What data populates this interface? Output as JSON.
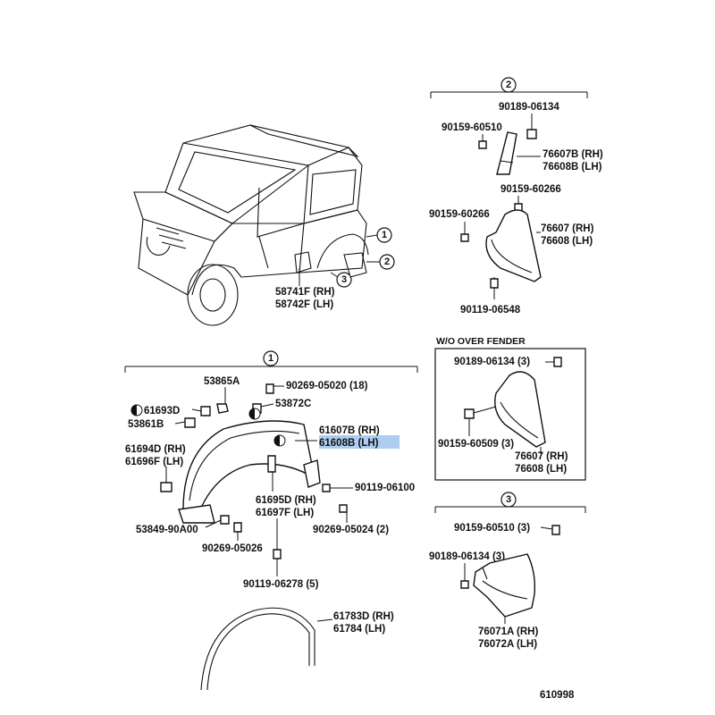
{
  "callouts": {
    "c1": "1",
    "c2": "2",
    "c3": "3"
  },
  "vehicle": {
    "p58741f": "58741F (RH)",
    "p58742f": "58742F (LH)"
  },
  "section2": {
    "p90189_06134": "90189-06134",
    "p90159_60510": "90159-60510",
    "p76607b": "76607B (RH)",
    "p76608b": "76608B (LH)",
    "p90159_60266a": "90159-60266",
    "p90159_60266b": "90159-60266",
    "p76607": "76607 (RH)",
    "p76608": "76608 (LH)",
    "p90119_06548": "90119-06548"
  },
  "wo_fender": {
    "title": "W/O OVER FENDER",
    "p90189_06134": "90189-06134 (3)",
    "p90159_60509": "90159-60509 (3)",
    "p76607": "76607 (RH)",
    "p76608": "76608 (LH)"
  },
  "section3": {
    "p90159_60510": "90159-60510 (3)",
    "p90189_06134": "90189-06134 (3)",
    "p76071a": "76071A (RH)",
    "p76072a": "76072A (LH)"
  },
  "section1": {
    "p53865a": "53865A",
    "p90269_05020": "90269-05020 (18)",
    "p53872c": "53872C",
    "p61693d": "61693D",
    "p53861b": "53861B",
    "p61607b": "61607B (RH)",
    "p61608b": "61608B (LH)",
    "p61694d": "61694D (RH)",
    "p61696f": "61696F (LH)",
    "p90119_06100": "90119-06100",
    "p61695d": "61695D (RH)",
    "p61697f": "61697F (LH)",
    "p53849_90a00": "53849-90A00",
    "p90269_05024": "90269-05024 (2)",
    "p90269_05026": "90269-05026",
    "p90119_06278": "90119-06278 (5)",
    "p61783d": "61783D (RH)",
    "p61784": "61784   (LH)"
  },
  "figure_number": "610998",
  "colors": {
    "highlight": "#9ec3ee",
    "ink": "#111111"
  }
}
